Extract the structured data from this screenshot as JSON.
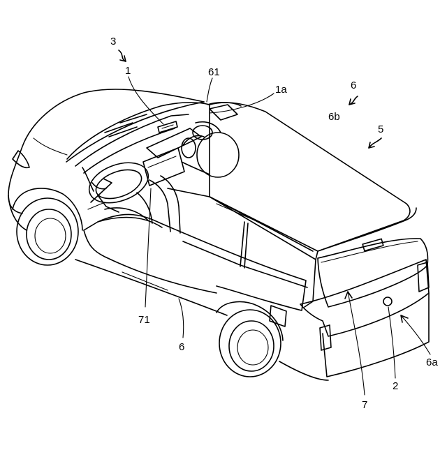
{
  "figure": {
    "labels": {
      "ref_3": "3",
      "ref_1": "1",
      "ref_61": "61",
      "ref_1a": "1a",
      "ref_6_arrow": "6",
      "ref_6b": "6b",
      "ref_5": "5",
      "ref_71": "71",
      "ref_6_body": "6",
      "ref_7": "7",
      "ref_2": "2",
      "ref_6a": "6a"
    }
  }
}
